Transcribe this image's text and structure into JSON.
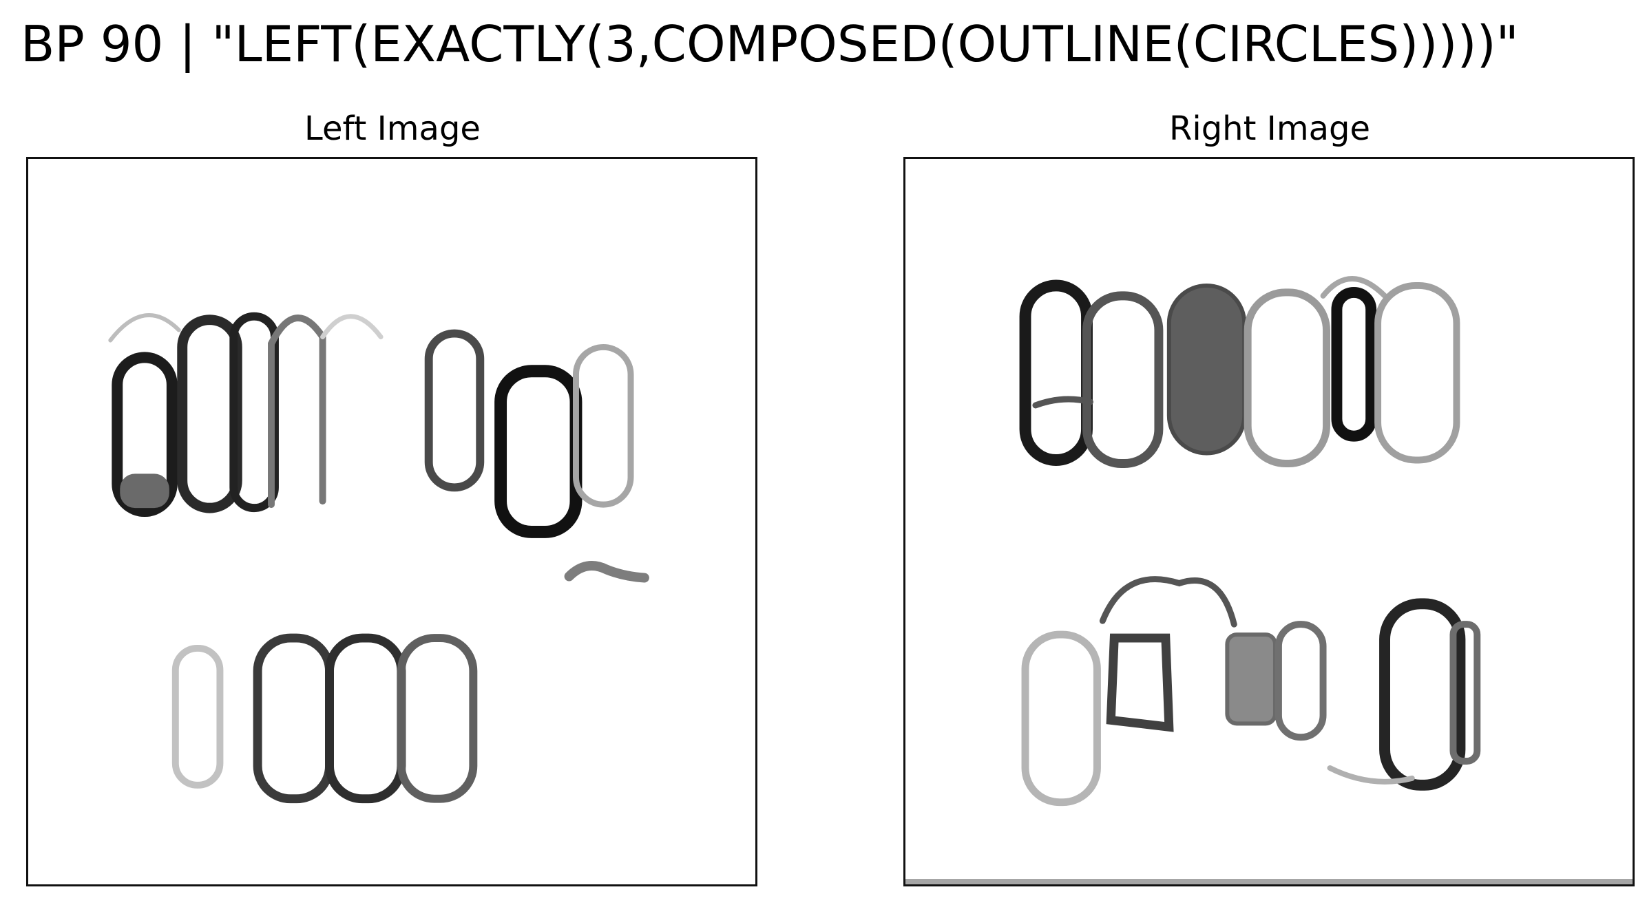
{
  "title": "BP 90 | \"LEFT(EXACTLY(3,COMPOSED(OUTLINE(CIRCLES)))))\"",
  "panels": {
    "left": {
      "title": "Left Image"
    },
    "right": {
      "title": "Right Image"
    }
  },
  "colors": {
    "background": "#ffffff",
    "frame": "#111111",
    "ink_dark": "#1a1a1a",
    "ink_mid": "#555555",
    "ink_light": "#b0b0b0"
  }
}
